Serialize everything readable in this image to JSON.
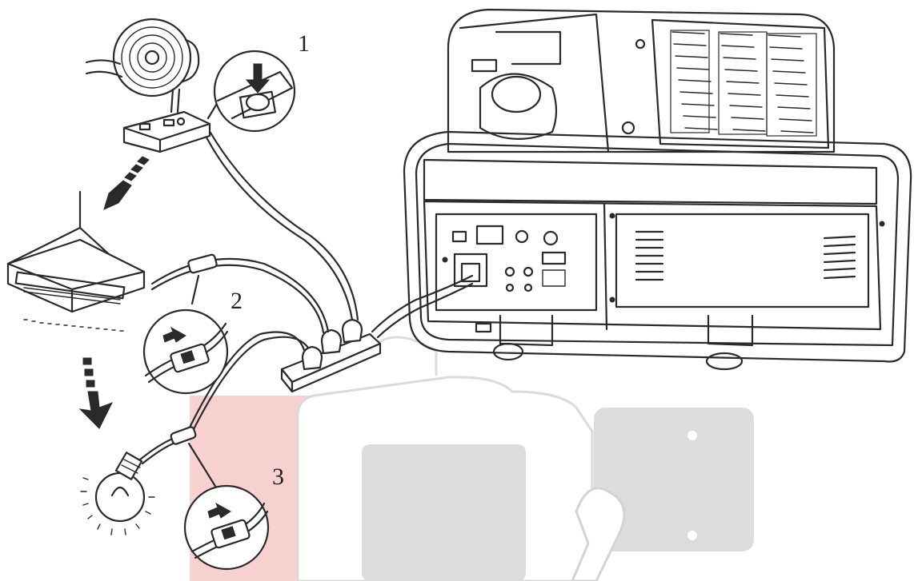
{
  "steps": [
    {
      "number": "1",
      "device": "fan",
      "switch": "push-button"
    },
    {
      "number": "2",
      "device": "heater",
      "switch": "slide-switch"
    },
    {
      "number": "3",
      "device": "light-bulb",
      "switch": "slide-switch"
    }
  ],
  "watermark": {
    "color": "#d9d9d9",
    "accent": "#f6c9c9"
  }
}
